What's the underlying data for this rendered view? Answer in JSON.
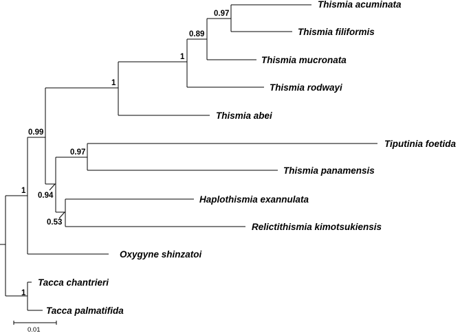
{
  "taxa": {
    "thismia_acuminata": "Thismia acuminata",
    "thismia_filiformis": "Thismia filiformis",
    "thismia_mucronata": "Thismia mucronata",
    "thismia_rodwayi": "Thismia rodwayi",
    "thismia_abei": "Thismia abei",
    "tiputinia_foetida": "Tiputinia foetida",
    "thismia_panamensis": "Thismia panamensis",
    "haplothismia_exannulata": "Haplothismia exannulata",
    "relictithismia_kimotsukiensis": "Relictithismia kimotsukiensis",
    "oxygyne_shinzatoi": "Oxygyne shinzatoi",
    "tacca_chantrieri": "Tacca chantrieri",
    "tacca_palmatifida": "Tacca palmatifida"
  },
  "support": {
    "acuminata_filiformis": "0.97",
    "mucronata_clade": "0.89",
    "rodwayi_clade": "1",
    "abei_clade": "1",
    "ingroup_clade": "0.99",
    "tiputinia_panamensis": "0.97",
    "second_clade": "0.94",
    "haplothismia_relictithismia": "0.53",
    "root_left": "1",
    "tacca_clade": "1"
  },
  "scale_bar": {
    "label": "0.01"
  }
}
